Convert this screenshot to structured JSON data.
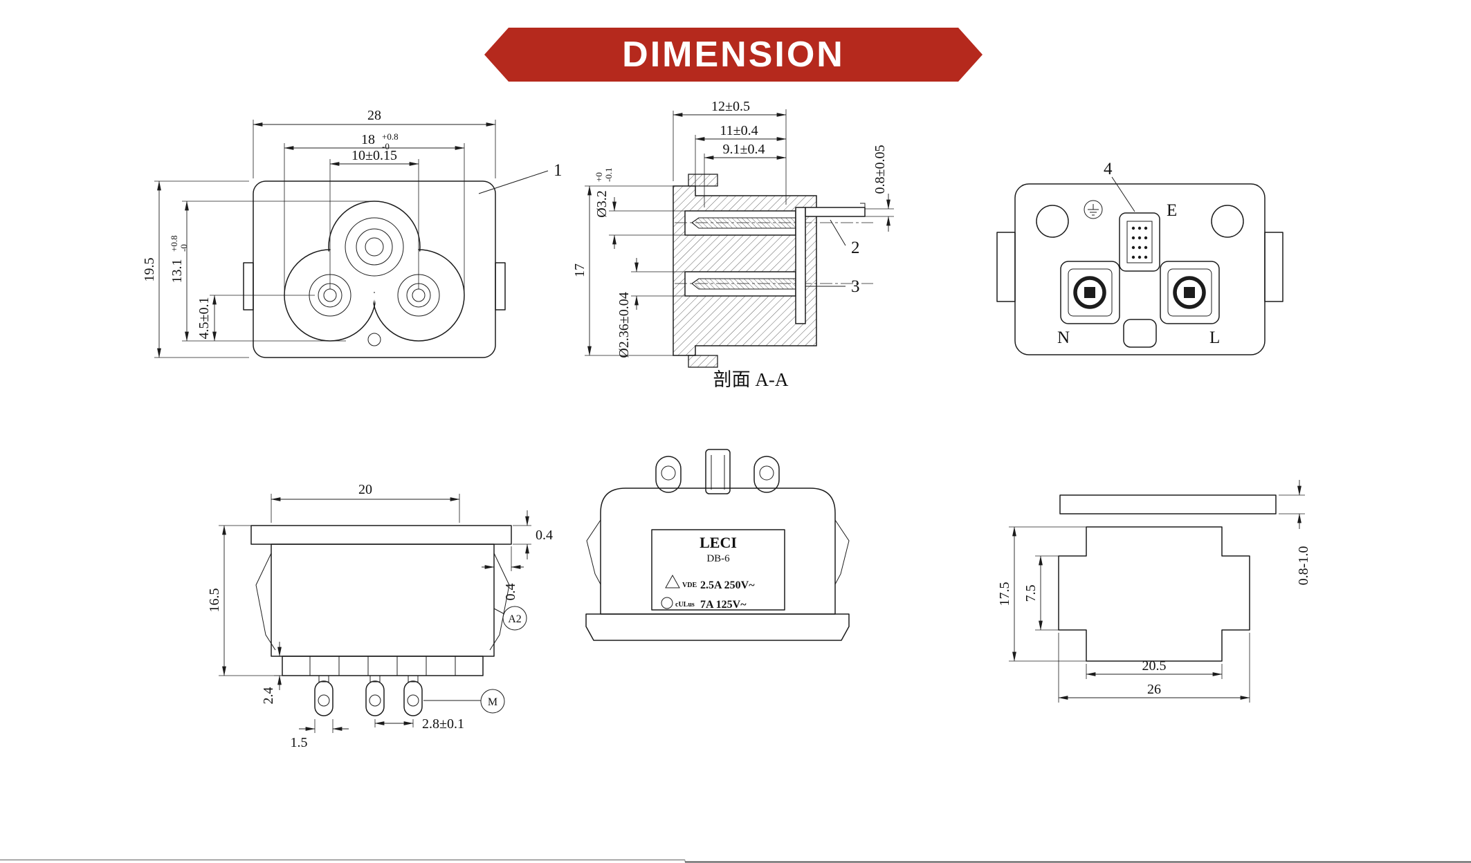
{
  "banner": {
    "title": "DIMENSION",
    "color": "#b5291d"
  },
  "front_view": {
    "callout_1": "1",
    "dim_width": "28",
    "dim_inner_width": "18",
    "dim_inner_width_tol_up": "+0.8",
    "dim_inner_width_tol_dn": "-0",
    "dim_pin_pitch": "10±0.15",
    "dim_height": "19.5",
    "dim_inner_height": "13.1",
    "dim_inner_height_tol_up": "+0.8",
    "dim_inner_height_tol_dn": "-0",
    "dim_pin_drop": "4.5±0.1"
  },
  "section_view": {
    "caption": "剖面 A-A",
    "dim_depth_outer": "12±0.5",
    "dim_depth_mid": "11±0.4",
    "dim_depth_inner": "9.1±0.4",
    "dim_pin_thickness": "0.8±0.05",
    "dim_hole_top": "Ø3.2",
    "dim_hole_top_tol_up": "+0",
    "dim_hole_top_tol_dn": "-0.1",
    "dim_height": "17",
    "dim_hole_bottom": "Ø2.36±0.04",
    "callout_2": "2",
    "callout_3": "3"
  },
  "rear_view": {
    "callout_4": "4",
    "terminal_e": "E",
    "terminal_n": "N",
    "terminal_l": "L"
  },
  "side_view": {
    "dim_top_width": "20",
    "dim_lip_a": "0.4",
    "dim_lip_b": "0.4",
    "dim_height": "16.5",
    "dim_tooth": "2.4",
    "dim_pin_width": "1.5",
    "dim_pin_pitch": "2.8±0.1",
    "callout_a": "A2",
    "callout_b": "M"
  },
  "label_view": {
    "brand": "LECI",
    "model": "DB-6",
    "cert_triangle": "VDE",
    "cert_ul": "cULus",
    "rating_primary": "2.5A 250V~",
    "rating_secondary": "7A 125V~"
  },
  "plate_view": {
    "dim_height": "17.5",
    "dim_mid_height": "7.5",
    "dim_inner_width": "20.5",
    "dim_width": "26",
    "dim_thickness": "0.8-1.0"
  }
}
